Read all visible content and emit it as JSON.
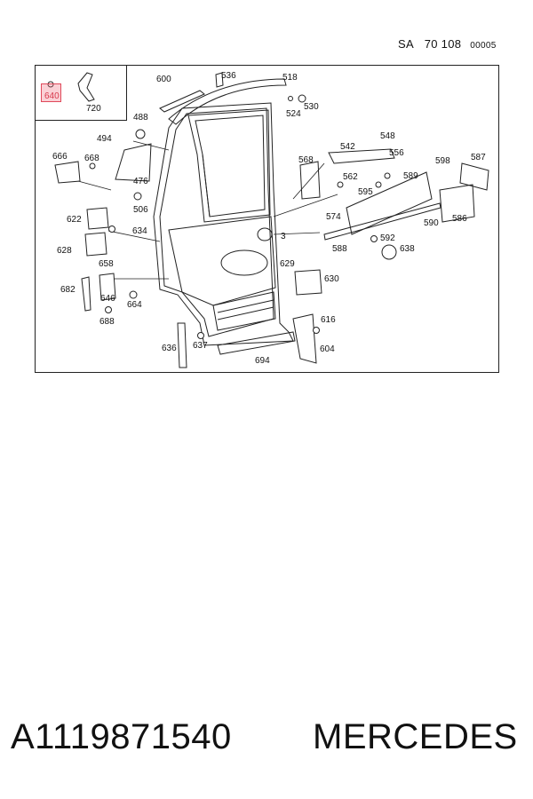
{
  "header": {
    "prefix": "SA",
    "number": "70 108",
    "code": "00005"
  },
  "highlight": {
    "label": "640",
    "color": "#e0495a"
  },
  "labels": {
    "l600": "600",
    "l536": "536",
    "l518": "518",
    "l524": "524",
    "l530": "530",
    "l720": "720",
    "l488": "488",
    "l494": "494",
    "l666": "666",
    "l668": "668",
    "l476": "476",
    "l506": "506",
    "l622": "622",
    "l634": "634",
    "l628": "628",
    "l658": "658",
    "l682": "682",
    "l646": "646",
    "l664": "664",
    "l688": "688",
    "l636": "636",
    "l637": "637",
    "l694": "694",
    "l542": "542",
    "l548": "548",
    "l556": "556",
    "l568": "568",
    "l562": "562",
    "l595": "595",
    "l589": "589",
    "l598": "598",
    "l587": "587",
    "l574": "574",
    "l590": "590",
    "l586": "586",
    "l3": "3",
    "l588": "588",
    "l592": "592",
    "l638": "638",
    "l629": "629",
    "l630": "630",
    "l616": "616",
    "l604": "604"
  },
  "footer": {
    "part_number": "A1119871540",
    "brand": "MERCEDES"
  }
}
